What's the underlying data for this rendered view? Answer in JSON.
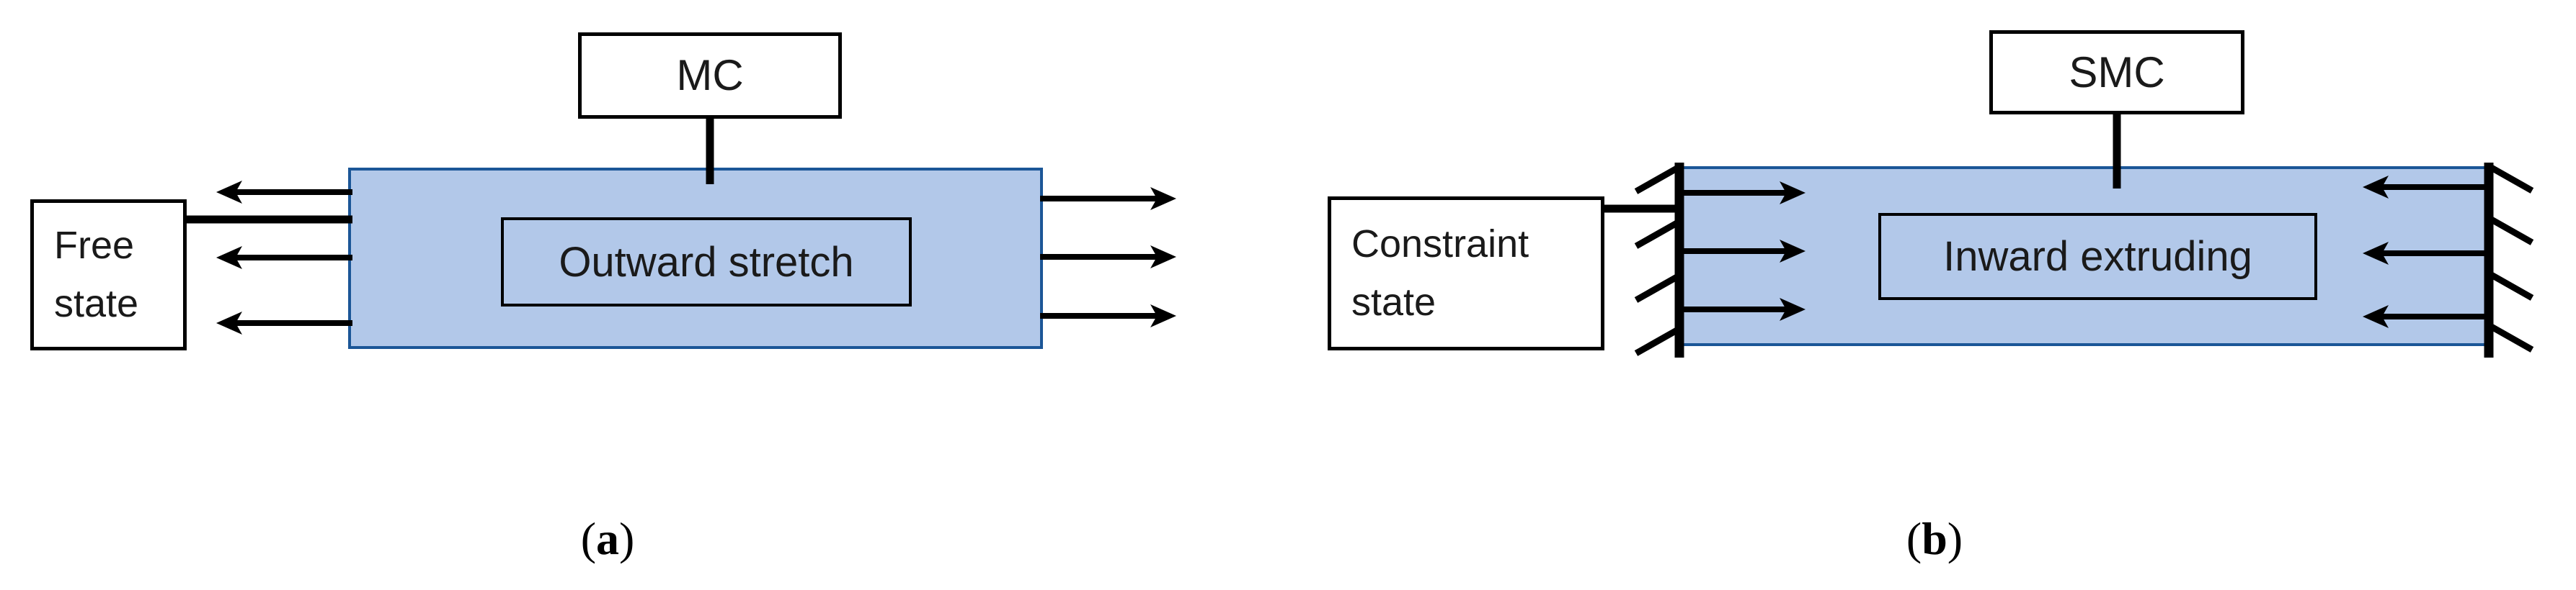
{
  "figure_a": {
    "top_label": "MC",
    "panel_label": "Outward stretch",
    "side_label": "Free state",
    "caption": {
      "open": "(",
      "letter": "a",
      "close": ")"
    }
  },
  "figure_b": {
    "top_label": "SMC",
    "panel_label": "Inward extruding",
    "side_label": "Constraint state",
    "caption": {
      "open": "(",
      "letter": "b",
      "close": ")"
    }
  },
  "colors": {
    "panel_fill": "#B2C8E9",
    "panel_border": "#1B5697",
    "stroke": "#000000",
    "text": "#1A1A1A",
    "background": "#FFFFFF"
  }
}
